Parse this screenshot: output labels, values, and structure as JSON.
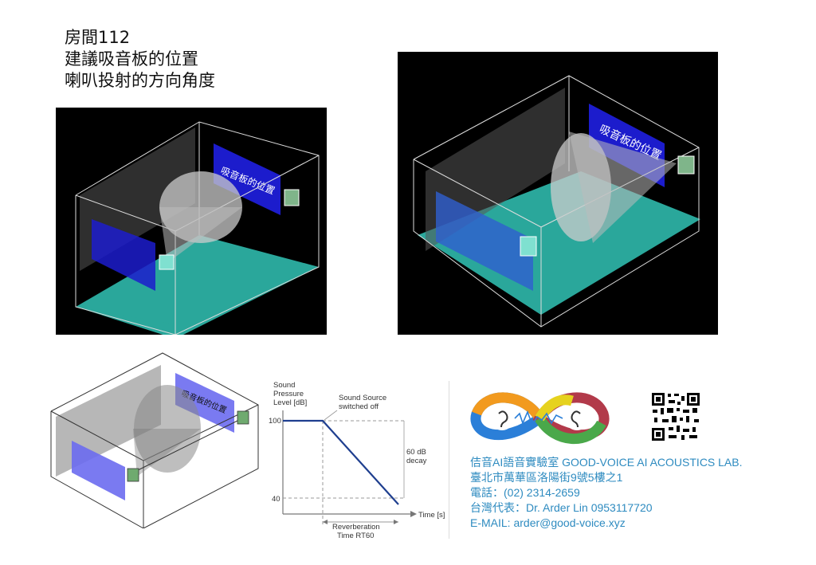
{
  "header": {
    "lines": [
      "房間112",
      "建議吸音板的位置",
      "喇叭投射的方向角度"
    ]
  },
  "panels": {
    "panel_label": "吸音板的位置"
  },
  "graph": {
    "ylabel_lines": [
      "Sound",
      "Pressure",
      "Level [dB]"
    ],
    "source_off_lines": [
      "Sound Source",
      "switched off"
    ],
    "tick_100": "100",
    "tick_40": "40",
    "decay_lines": [
      "60 dB",
      "decay"
    ],
    "time_label": "Time [s]",
    "rt_lines": [
      "Reverberation",
      "Time RT60"
    ]
  },
  "contact": {
    "line1": "佶音AI語音實驗室 GOOD-VOICE AI ACOUSTICS LAB.",
    "line2": "臺北市萬華區洛陽街9號5樓之1",
    "line3": "電話：(02) 2314-2659",
    "line4": "台灣代表：Dr. Arder Lin 0953117720",
    "line5": "E-MAIL: arder@good-voice.xyz"
  },
  "colors": {
    "floor": "#2aa79b",
    "panel_blue": "#1c1ccc",
    "text_blue": "#2e8bc0",
    "graph_line": "#1f3f8f"
  },
  "icons": [
    "ear-icon",
    "infinity-logo-icon",
    "qr-code-icon",
    "speaker-cube-icon",
    "sound-cone-icon"
  ]
}
